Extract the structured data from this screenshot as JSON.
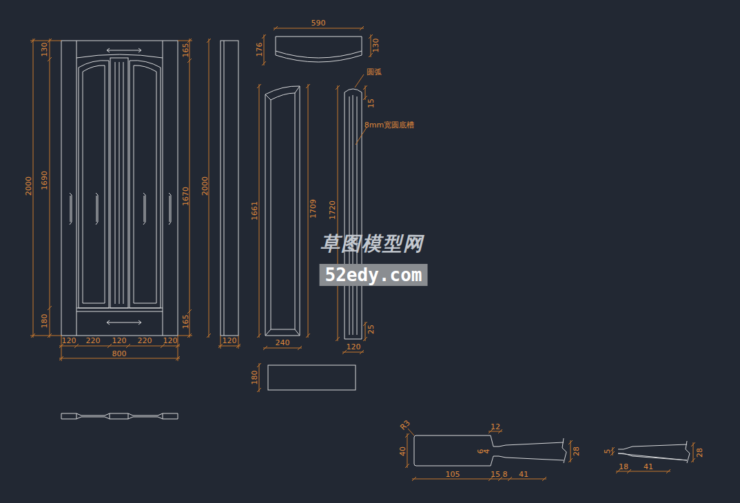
{
  "diagram": {
    "labels": [
      "2000",
      "1690",
      "130",
      "180",
      "165",
      "1670",
      "165",
      "120",
      "220",
      "120",
      "220",
      "120",
      "800",
      "2000",
      "120",
      "590",
      "176",
      "130",
      "1661",
      "1709",
      "240",
      "圆弧",
      "15",
      "8mm宽圆底槽",
      "1720",
      "25",
      "120",
      "180",
      "R3",
      "40",
      "12",
      "6",
      "4",
      "28",
      "105",
      "15",
      "8",
      "41",
      "5",
      "28",
      "18",
      "41",
      "草图模型网",
      "52edy.com"
    ]
  }
}
